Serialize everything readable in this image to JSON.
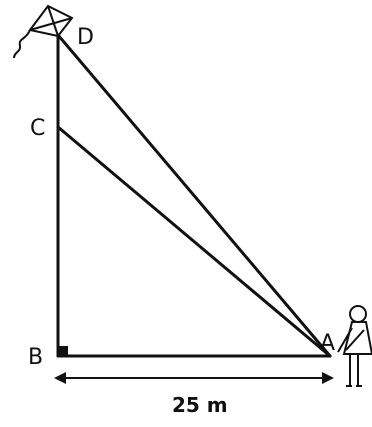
{
  "labels": {
    "d": "D",
    "c": "C",
    "b": "B",
    "a": "A"
  },
  "dimension": {
    "ab_distance": "25 m"
  },
  "icons": {
    "kite": "kite-icon",
    "person": "person-icon",
    "right_angle": "right-angle-marker"
  }
}
